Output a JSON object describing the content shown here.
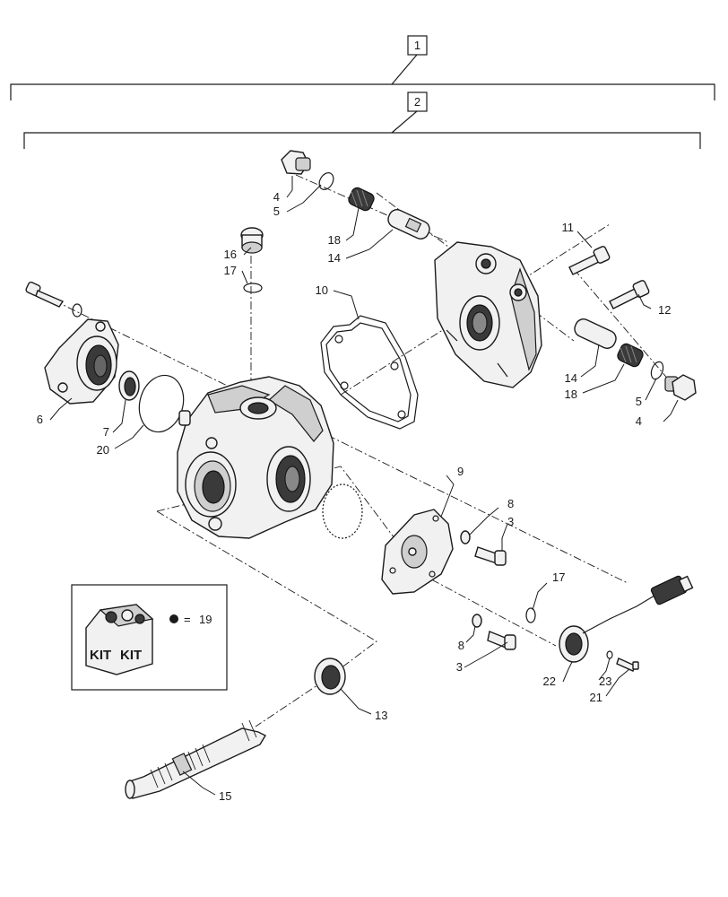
{
  "assembly": {
    "label": "1"
  },
  "subassembly": {
    "label": "2"
  },
  "kit_legend": {
    "kit_text_1": "KIT",
    "kit_text_2": "KIT",
    "equals": "=",
    "ref": "19"
  },
  "callouts": {
    "c16": "16",
    "c17a": "17",
    "c4a": "4",
    "c5a": "5",
    "c18a": "18",
    "c14a": "14",
    "c11": "11",
    "c12": "12",
    "c6": "6",
    "c7": "7",
    "c20": "20",
    "c10": "10",
    "c14b": "14",
    "c18b": "18",
    "c5b": "5",
    "c4b": "4",
    "c9": "9",
    "c8a": "8",
    "c3a": "3",
    "c17b": "17",
    "c8b": "8",
    "c3b": "3",
    "c22": "22",
    "c23": "23",
    "c21": "21",
    "c13": "13",
    "c15": "15"
  }
}
